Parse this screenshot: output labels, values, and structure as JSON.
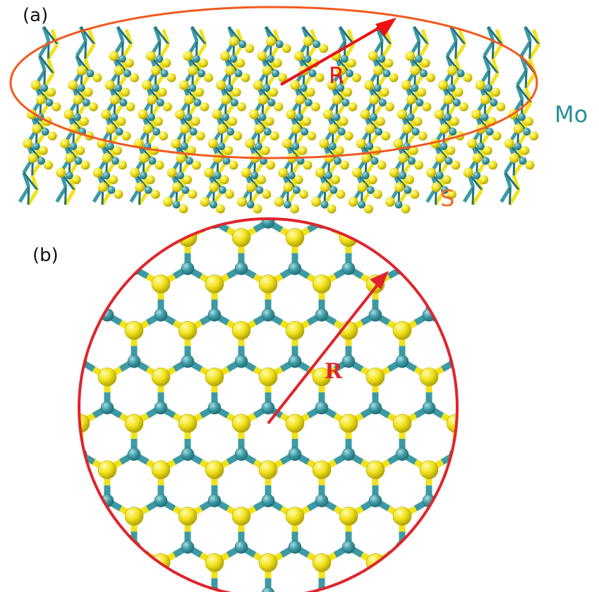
{
  "panel_a": {
    "label": "(a)",
    "radius_label": "R",
    "mo_label": "Mo",
    "s_label": "S"
  },
  "panel_b": {
    "label": "(b)",
    "radius_label": "R"
  },
  "colors": {
    "mo_atom": "#3d9aa4",
    "mo_atom_dark": "#25737c",
    "s_atom": "#f2e21a",
    "s_atom_dark": "#b5a80a",
    "ellipse_outline": "#f05a1e",
    "circle_outline": "#e0242c",
    "radius_arrow": "#ee1111",
    "mo_text": "#2a9098",
    "s_text": "#f06a22",
    "r_text_a": "#ee1111",
    "r_text_b": "#e0242c"
  }
}
